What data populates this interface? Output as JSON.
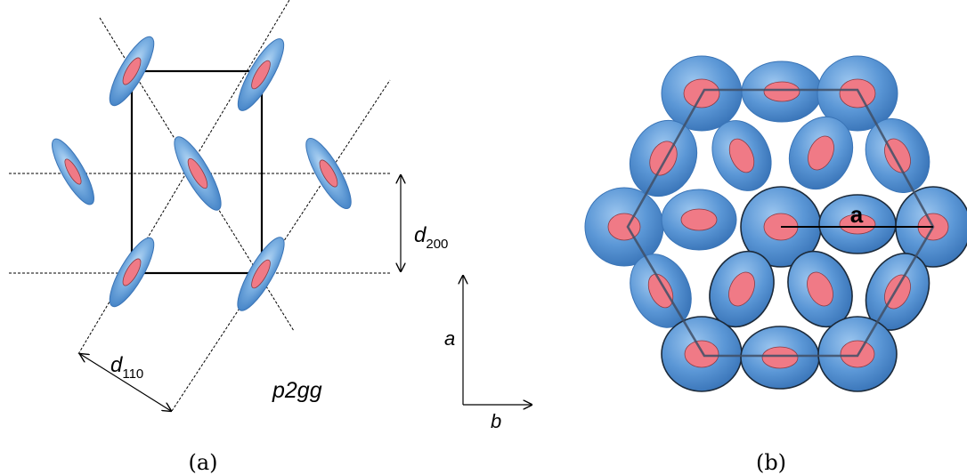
{
  "panel_a": {
    "caption": "(a)",
    "d200_main": "d",
    "d200_sub": "200",
    "d110_main": "d",
    "d110_sub": "110",
    "symmetry": "p2gg",
    "axis_a": "a",
    "axis_b": "b"
  },
  "panel_b": {
    "caption": "(b)",
    "lattice_label": "a"
  },
  "colors": {
    "blue": "#5b9bd5",
    "blue_light": "#9fc8ee",
    "pink": "#f07a86",
    "outline": "#1c2a3a"
  }
}
